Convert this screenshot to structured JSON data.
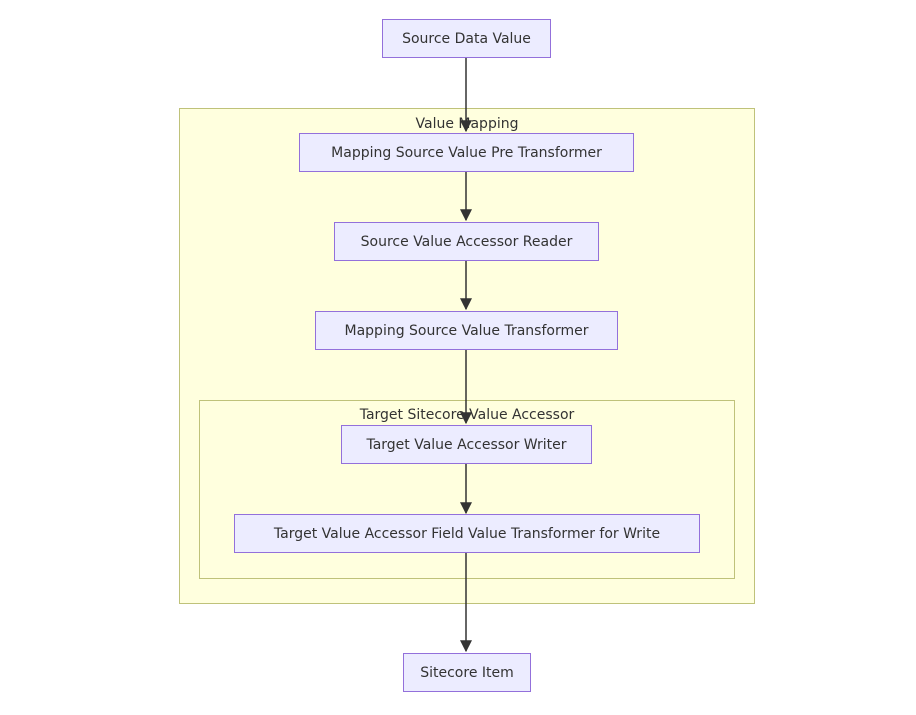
{
  "diagram": {
    "clusters": {
      "value_mapping": {
        "title": "Value Mapping"
      },
      "target_accessor": {
        "title": "Target Sitecore Value Accessor"
      }
    },
    "nodes": {
      "source_data_value": "Source Data Value",
      "pre_transformer": "Mapping Source Value Pre Transformer",
      "accessor_reader": "Source Value Accessor Reader",
      "value_transformer": "Mapping Source Value Transformer",
      "accessor_writer": "Target Value Accessor Writer",
      "field_value_transformer": "Target Value Accessor Field Value Transformer for Write",
      "sitecore_item": "Sitecore Item"
    },
    "edges": [
      {
        "from": "Source Data Value",
        "to": "Mapping Source Value Pre Transformer"
      },
      {
        "from": "Mapping Source Value Pre Transformer",
        "to": "Source Value Accessor Reader"
      },
      {
        "from": "Source Value Accessor Reader",
        "to": "Mapping Source Value Transformer"
      },
      {
        "from": "Mapping Source Value Transformer",
        "to": "Target Value Accessor Writer"
      },
      {
        "from": "Target Value Accessor Writer",
        "to": "Target Value Accessor Field Value Transformer for Write"
      },
      {
        "from": "Target Value Accessor Field Value Transformer for Write",
        "to": "Sitecore Item"
      }
    ],
    "colors": {
      "node_fill": "#ececff",
      "node_border": "#9370db",
      "cluster_fill": "#ffffde",
      "cluster_border": "#bfc27a",
      "edge": "#333333",
      "text": "#333333"
    }
  }
}
